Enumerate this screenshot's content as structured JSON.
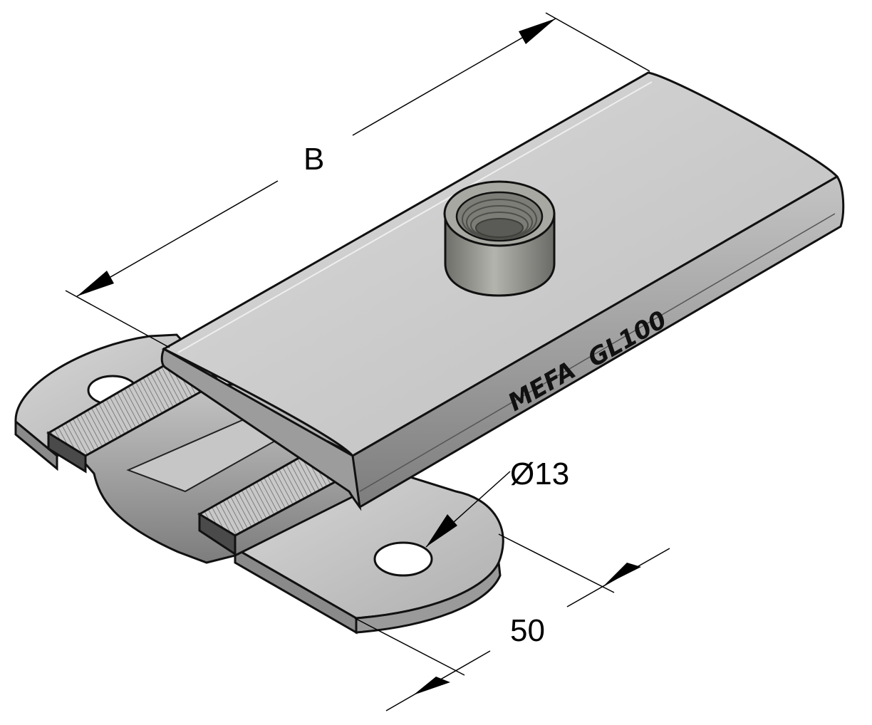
{
  "drawing": {
    "emboss_brand": "MEFA",
    "emboss_model": "GL100",
    "dimensions": {
      "length_label": "B",
      "hole_diameter_label": "Ø13",
      "width_label": "50"
    },
    "colors": {
      "metal_light": "#d2d2d2",
      "metal_mid": "#b4b4b4",
      "metal_dark": "#8a8a8a",
      "nut": "#9a9a96",
      "outline": "#111111",
      "dimension": "#000000"
    }
  }
}
